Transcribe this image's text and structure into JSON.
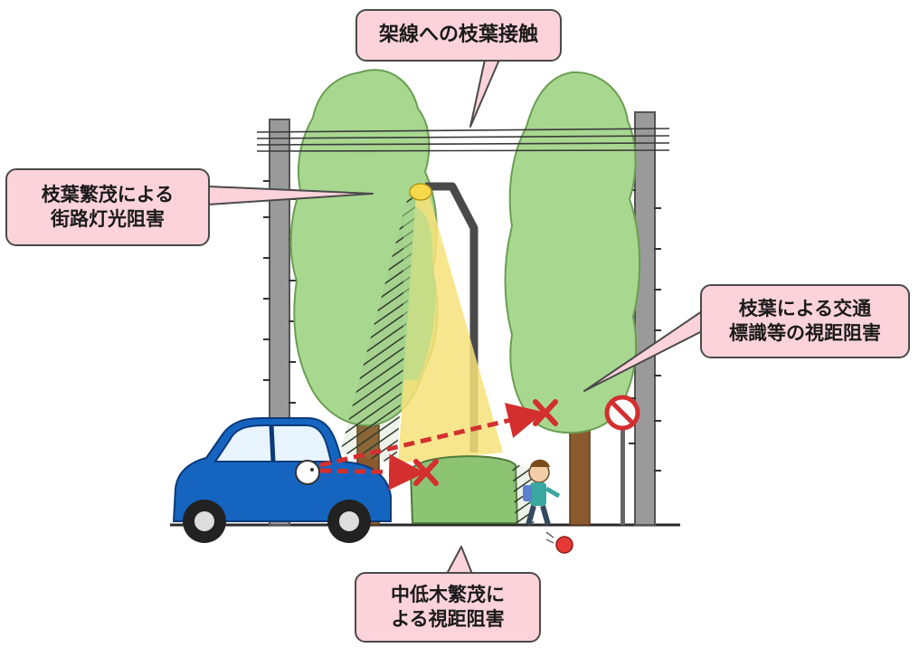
{
  "callouts": {
    "top": {
      "line1": "架線への枝葉接触"
    },
    "left": {
      "line1": "枝葉繁茂による",
      "line2": "街路灯光阻害"
    },
    "right": {
      "line1": "枝葉による交通",
      "line2": "標識等の視距阻害"
    },
    "bottom": {
      "line1": "中低木繁茂に",
      "line2": "よる視距阻害"
    }
  },
  "colors": {
    "callout_fill": "#fcd3da",
    "foliage": "#a8d890",
    "foliage_outline": "#6a9e52",
    "pole": "#9a9a9a",
    "car": "#1565c0",
    "light_beam": "#f7e27a",
    "cross_mark": "#d32f2f",
    "sight_arrow": "#d32f2f"
  },
  "icons": [
    "utility-pole",
    "tree",
    "street-lamp",
    "car",
    "driver",
    "child",
    "ball",
    "no-entry-sign",
    "hedge",
    "cross-mark"
  ]
}
